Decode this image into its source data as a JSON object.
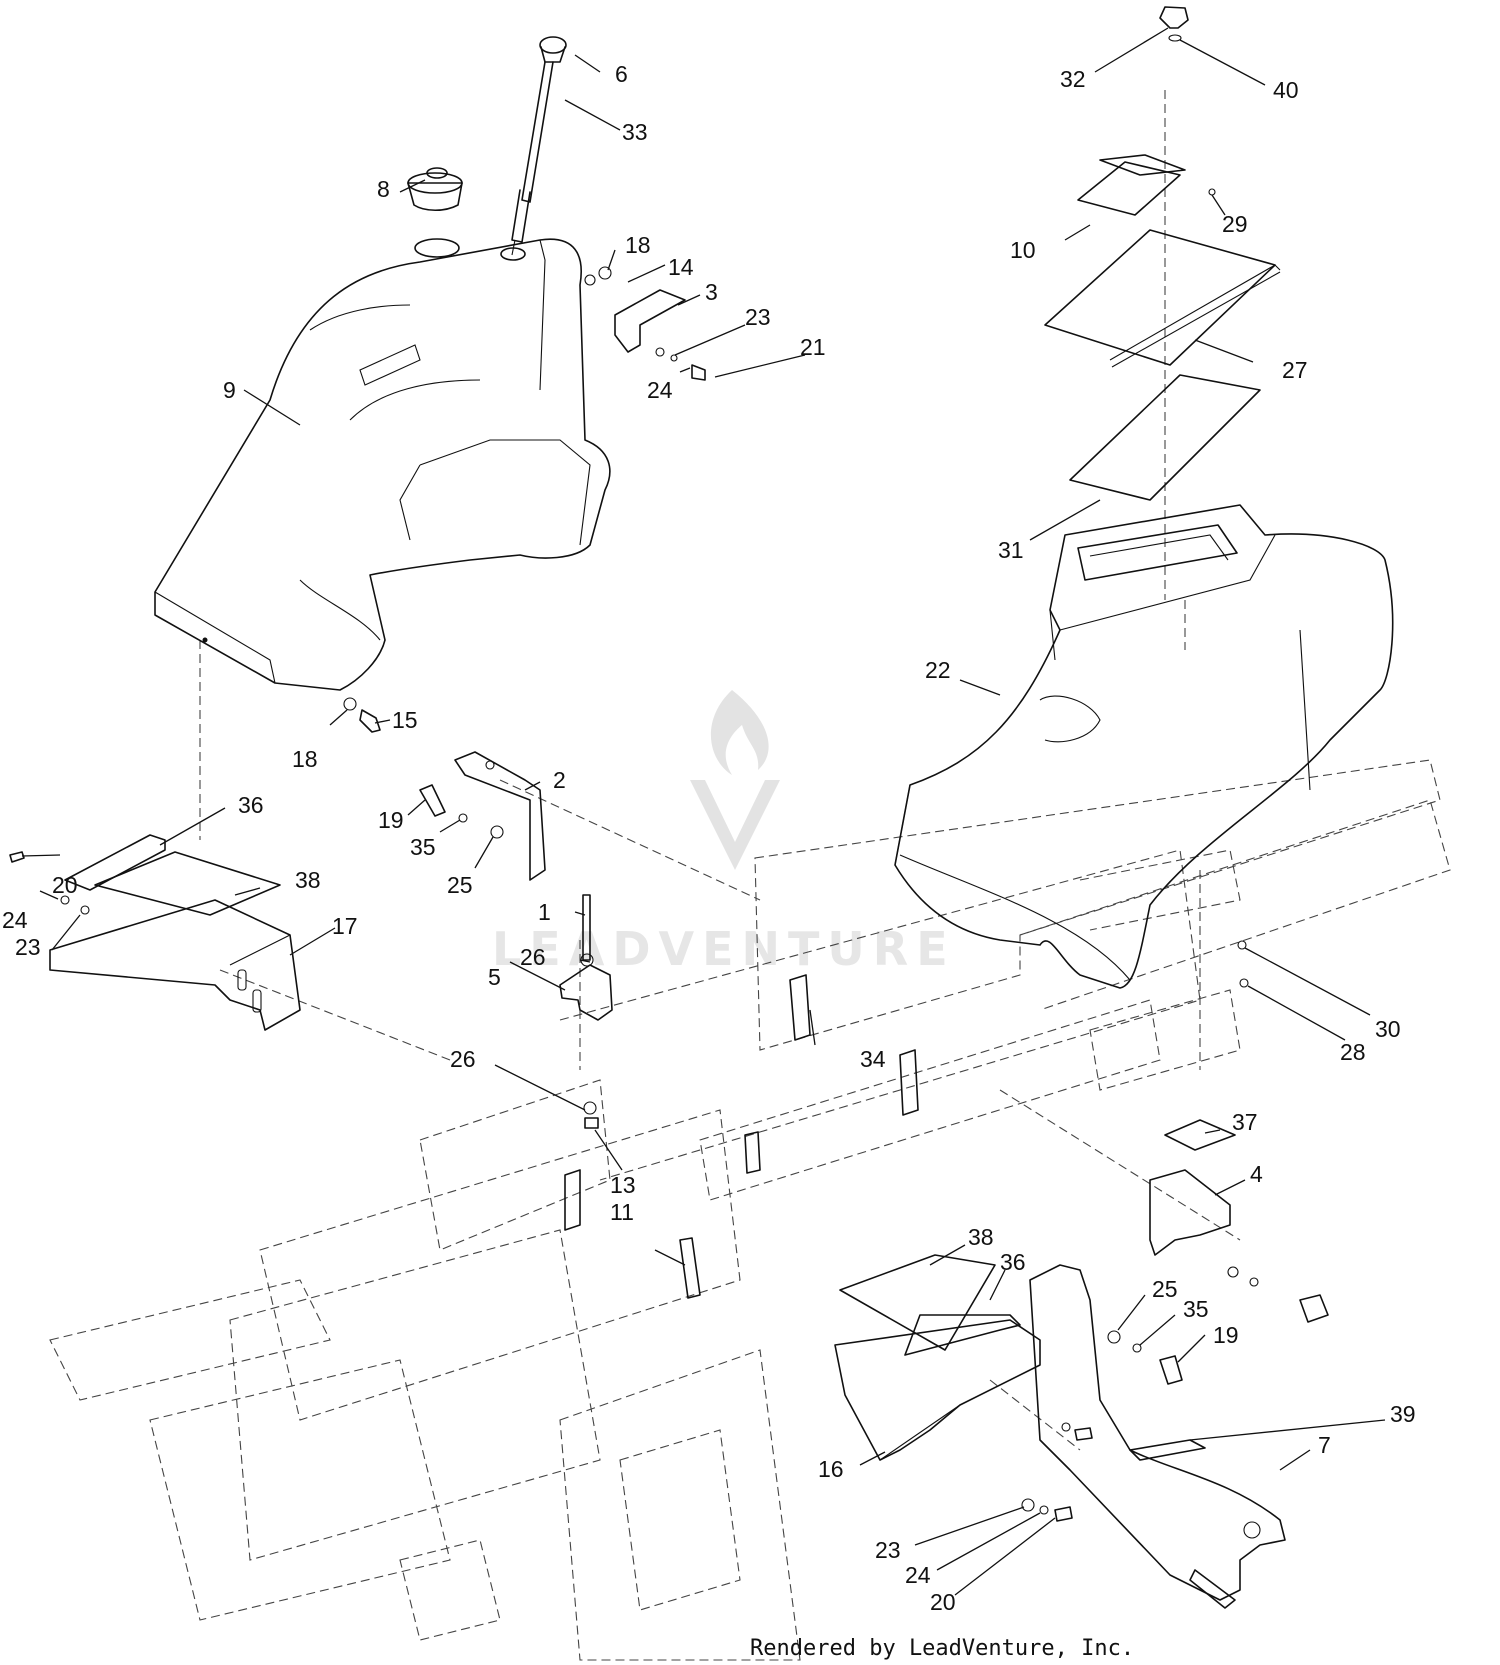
{
  "footer": {
    "text": "Rendered by LeadVenture, Inc."
  },
  "watermark": {
    "text": "LEADVENTURE"
  },
  "colors": {
    "line": "#111111",
    "dash": "#444444",
    "watermark": "#e3e3e3"
  },
  "callouts": [
    {
      "id": "c1",
      "label": "1"
    },
    {
      "id": "c2",
      "label": "2"
    },
    {
      "id": "c3",
      "label": "3"
    },
    {
      "id": "c4",
      "label": "4"
    },
    {
      "id": "c5",
      "label": "5"
    },
    {
      "id": "c6",
      "label": "6"
    },
    {
      "id": "c7",
      "label": "7"
    },
    {
      "id": "c8",
      "label": "8"
    },
    {
      "id": "c9",
      "label": "9"
    },
    {
      "id": "c10",
      "label": "10"
    },
    {
      "id": "c11",
      "label": "11"
    },
    {
      "id": "c13",
      "label": "13"
    },
    {
      "id": "c14",
      "label": "14"
    },
    {
      "id": "c15",
      "label": "15"
    },
    {
      "id": "c16",
      "label": "16"
    },
    {
      "id": "c17",
      "label": "17"
    },
    {
      "id": "c18a",
      "label": "18"
    },
    {
      "id": "c18b",
      "label": "18"
    },
    {
      "id": "c19a",
      "label": "19"
    },
    {
      "id": "c19b",
      "label": "19"
    },
    {
      "id": "c20a",
      "label": "20"
    },
    {
      "id": "c20b",
      "label": "20"
    },
    {
      "id": "c21",
      "label": "21"
    },
    {
      "id": "c22",
      "label": "22"
    },
    {
      "id": "c23a",
      "label": "23"
    },
    {
      "id": "c23b",
      "label": "23"
    },
    {
      "id": "c23c",
      "label": "23"
    },
    {
      "id": "c24a",
      "label": "24"
    },
    {
      "id": "c24b",
      "label": "24"
    },
    {
      "id": "c24c",
      "label": "24"
    },
    {
      "id": "c25a",
      "label": "25"
    },
    {
      "id": "c25b",
      "label": "25"
    },
    {
      "id": "c26a",
      "label": "26"
    },
    {
      "id": "c26b",
      "label": "26"
    },
    {
      "id": "c27",
      "label": "27"
    },
    {
      "id": "c28",
      "label": "28"
    },
    {
      "id": "c29",
      "label": "29"
    },
    {
      "id": "c30",
      "label": "30"
    },
    {
      "id": "c31",
      "label": "31"
    },
    {
      "id": "c32",
      "label": "32"
    },
    {
      "id": "c33",
      "label": "33"
    },
    {
      "id": "c34",
      "label": "34"
    },
    {
      "id": "c35a",
      "label": "35"
    },
    {
      "id": "c35b",
      "label": "35"
    },
    {
      "id": "c36a",
      "label": "36"
    },
    {
      "id": "c36b",
      "label": "36"
    },
    {
      "id": "c37",
      "label": "37"
    },
    {
      "id": "c38a",
      "label": "38"
    },
    {
      "id": "c38b",
      "label": "38"
    },
    {
      "id": "c39",
      "label": "39"
    },
    {
      "id": "c40",
      "label": "40"
    }
  ]
}
